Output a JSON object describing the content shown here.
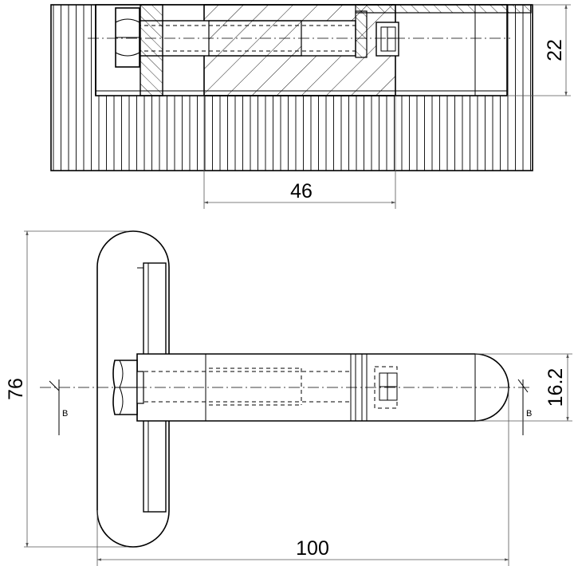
{
  "dimensions": {
    "top_height": "22",
    "top_length": "46",
    "height": "76",
    "width": "100",
    "diameter": "16.2"
  },
  "section_labels": {
    "left": "B",
    "right": "B"
  }
}
